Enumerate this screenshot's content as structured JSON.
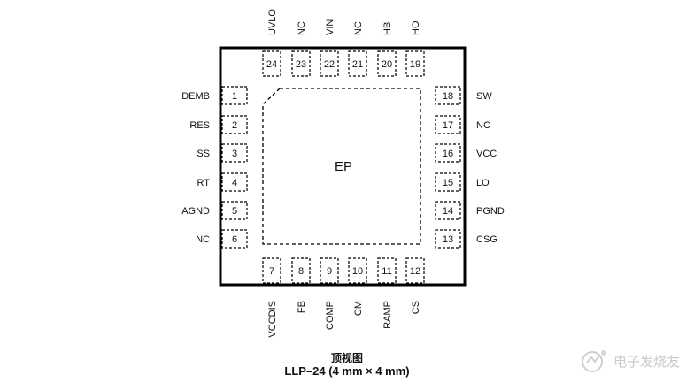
{
  "package": {
    "exposed_pad_label": "EP",
    "caption_title": "顶视图",
    "caption_package": "LLP–24 (4 mm × 4 mm)"
  },
  "pins": {
    "left": [
      {
        "num": "1",
        "name": "DEMB"
      },
      {
        "num": "2",
        "name": "RES"
      },
      {
        "num": "3",
        "name": "SS"
      },
      {
        "num": "4",
        "name": "RT"
      },
      {
        "num": "5",
        "name": "AGND"
      },
      {
        "num": "6",
        "name": "NC"
      }
    ],
    "bottom": [
      {
        "num": "7",
        "name": "VCCDIS"
      },
      {
        "num": "8",
        "name": "FB"
      },
      {
        "num": "9",
        "name": "COMP"
      },
      {
        "num": "10",
        "name": "CM"
      },
      {
        "num": "11",
        "name": "RAMP"
      },
      {
        "num": "12",
        "name": "CS"
      }
    ],
    "right": [
      {
        "num": "13",
        "name": "CSG"
      },
      {
        "num": "14",
        "name": "PGND"
      },
      {
        "num": "15",
        "name": "LO"
      },
      {
        "num": "16",
        "name": "VCC"
      },
      {
        "num": "17",
        "name": "NC"
      },
      {
        "num": "18",
        "name": "SW"
      }
    ],
    "top": [
      {
        "num": "19",
        "name": "HO"
      },
      {
        "num": "20",
        "name": "HB"
      },
      {
        "num": "21",
        "name": "NC"
      },
      {
        "num": "22",
        "name": "VIN"
      },
      {
        "num": "23",
        "name": "NC"
      },
      {
        "num": "24",
        "name": "UVLO"
      }
    ]
  },
  "watermark": {
    "text": "电子发烧友"
  }
}
